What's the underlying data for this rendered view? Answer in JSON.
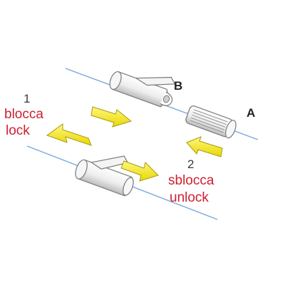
{
  "diagram": {
    "parts": {
      "b": "B",
      "a": "A"
    },
    "lock": {
      "number": "1",
      "label_it": "blocca",
      "label_en": "lock"
    },
    "unlock": {
      "number": "2",
      "label_it": "sblocca",
      "label_en": "unlock"
    },
    "colors": {
      "line": "#7aa8d8",
      "arrow": "#f2e61c",
      "arrow_edge": "#a89a14",
      "text_red": "#d02030",
      "part_fill": "#f4f4f4",
      "part_stroke": "#777777"
    }
  }
}
